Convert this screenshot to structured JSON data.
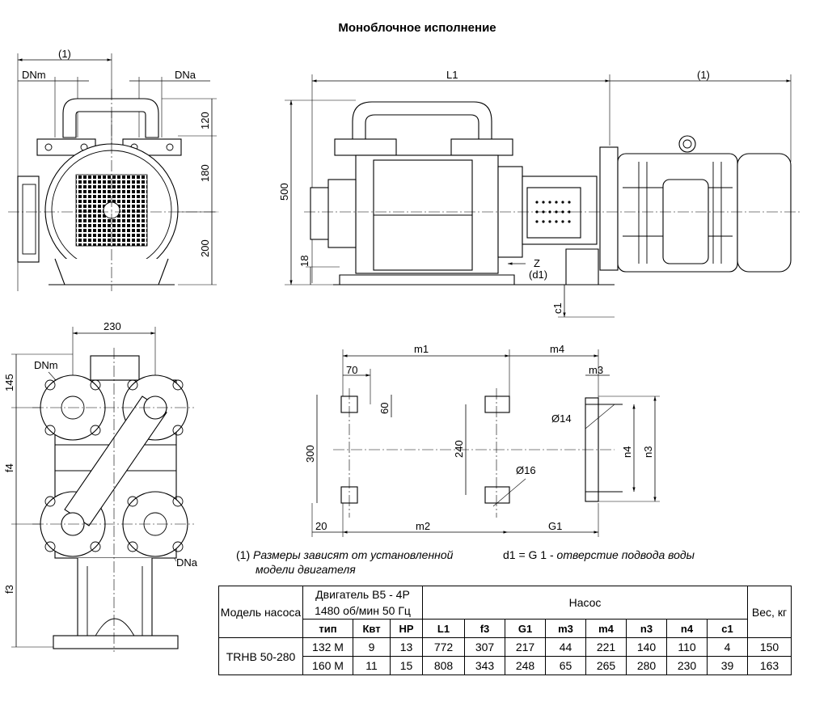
{
  "title": "Моноблочное исполнение",
  "labels": {
    "dim_1": "(1)",
    "dnm": "DNm",
    "dna": "DNa",
    "l1": "L1",
    "h120": "120",
    "h180": "180",
    "h200": "200",
    "h500": "500",
    "h18": "18",
    "z": "Z",
    "d1": "(d1)",
    "c1": "c1",
    "w230": "230",
    "h145": "145",
    "f4": "f4",
    "f3": "f3",
    "m1": "m1",
    "m4": "m4",
    "m3": "m3",
    "m2": "m2",
    "g1": "G1",
    "w70": "70",
    "h60": "60",
    "h300": "300",
    "h240": "240",
    "w20": "20",
    "d14": "Ø14",
    "d16": "Ø16",
    "n4": "n4",
    "n3": "n3"
  },
  "notes": {
    "note1_num": "(1)",
    "note1_text": "Размеры зависят от установленной",
    "note1_text2": "модели двигателя",
    "note2_plain": "d1 = G 1 - ",
    "note2_italic": "отверстие подвода воды"
  },
  "table": {
    "model_header": "Модель насоса",
    "motor_header": "Двигатель B5  - 4P 1480 об/мин 50 Гц",
    "pump_header": "Насос",
    "weight_header": "Вес, кг",
    "sub_headers": [
      "тип",
      "Квт",
      "HP",
      "L1",
      "f3",
      "G1",
      "m3",
      "m4",
      "n3",
      "n4",
      "c1"
    ],
    "model_name": "TRHB 50-280",
    "rows": [
      [
        "132 M",
        "9",
        "13",
        "772",
        "307",
        "217",
        "44",
        "221",
        "140",
        "110",
        "4",
        "150"
      ],
      [
        "160 M",
        "11",
        "15",
        "808",
        "343",
        "248",
        "65",
        "265",
        "280",
        "230",
        "39",
        "163"
      ]
    ]
  }
}
